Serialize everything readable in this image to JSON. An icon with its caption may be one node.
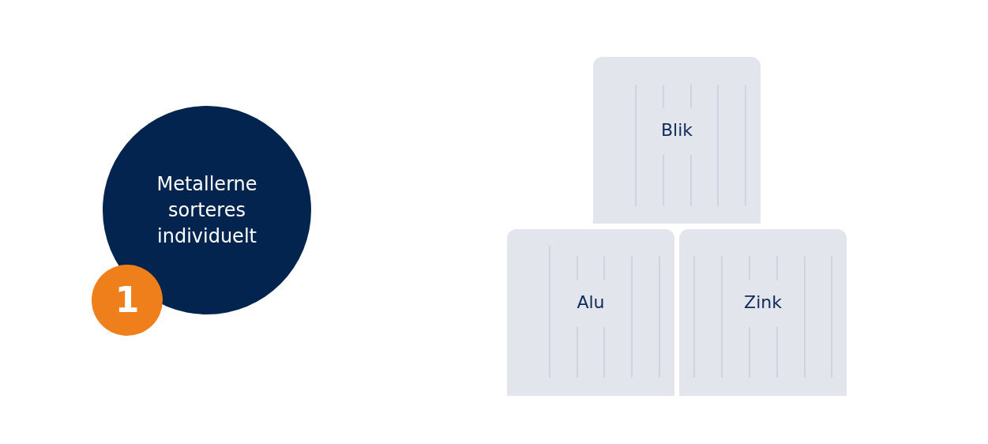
{
  "diagram": {
    "nodes": [
      {
        "text": [
          "Metallerne sorteres individuelt"
        ]
      },
      {
        "text": [
          "1"
        ]
      },
      {
        "text": [
          "Blik"
        ]
      },
      {
        "text": [
          "Alu"
        ]
      },
      {
        "text": [
          "Zink"
        ]
      }
    ]
  }
}
